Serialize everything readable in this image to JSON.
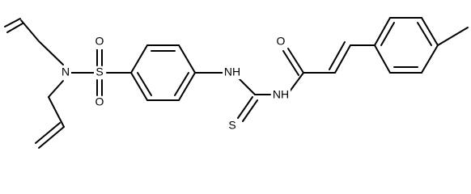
{
  "colors": {
    "background": "#ffffff",
    "bond": "#000000",
    "label": "#000000"
  },
  "atoms": {
    "sulfonyl_s": "S",
    "sulfonyl_o_top": "O",
    "sulfonyl_o_bottom": "O",
    "sulfonamide_n": "N",
    "thiourea_nh_left": "NH",
    "thiourea_nh_right": "NH",
    "thione_s": "S",
    "carbonyl_o": "O"
  }
}
